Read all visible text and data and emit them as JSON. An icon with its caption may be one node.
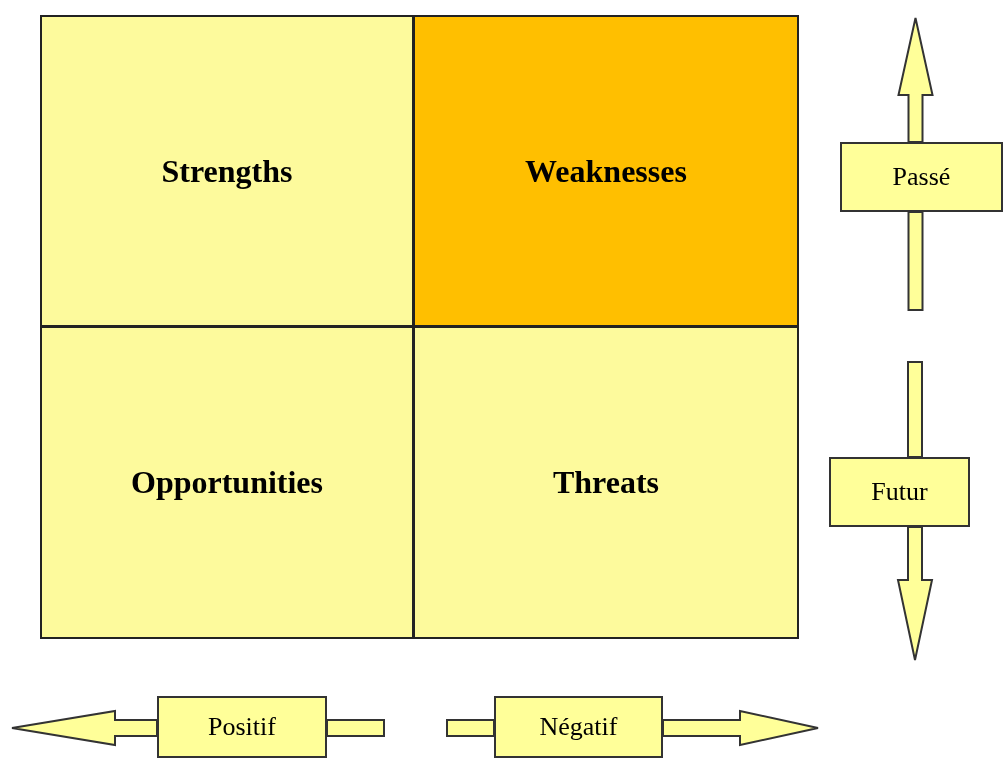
{
  "diagram": {
    "nodes": [
      {
        "text": [
          "Strengths"
        ]
      },
      {
        "text": [
          "Weaknesses"
        ]
      },
      {
        "text": [
          "Passé"
        ]
      },
      {
        "text": [
          "Opportunities"
        ]
      },
      {
        "text": [
          "Threats"
        ]
      },
      {
        "text": [
          "Futur"
        ]
      },
      {
        "text": [
          "Positif"
        ]
      },
      {
        "text": [
          "Négatif"
        ]
      }
    ]
  }
}
